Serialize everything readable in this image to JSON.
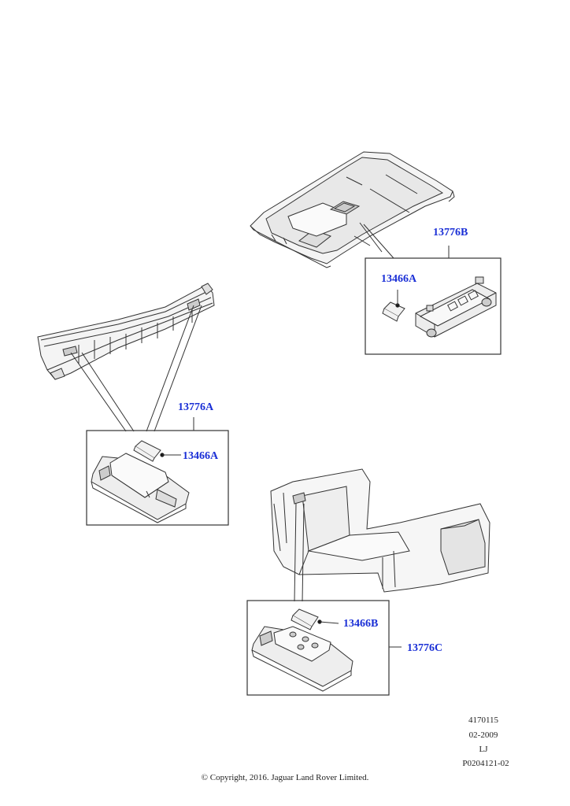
{
  "callouts": {
    "assembly_b": "13776B",
    "bulb_b": "13466A",
    "assembly_a": "13776A",
    "bulb_a": "13466A",
    "bulb_c": "13466B",
    "assembly_c": "13776C"
  },
  "meta": {
    "code": "4170115",
    "date": "02-2009",
    "initials": "LJ",
    "reference": "P0204121-02"
  },
  "copyright": "© Copyright, 2016. Jaguar Land Rover Limited.",
  "colors": {
    "callout": "#1a2fd6",
    "line": "#333333",
    "fill": "#f2f2f2",
    "shade": "#d4d4d4"
  }
}
